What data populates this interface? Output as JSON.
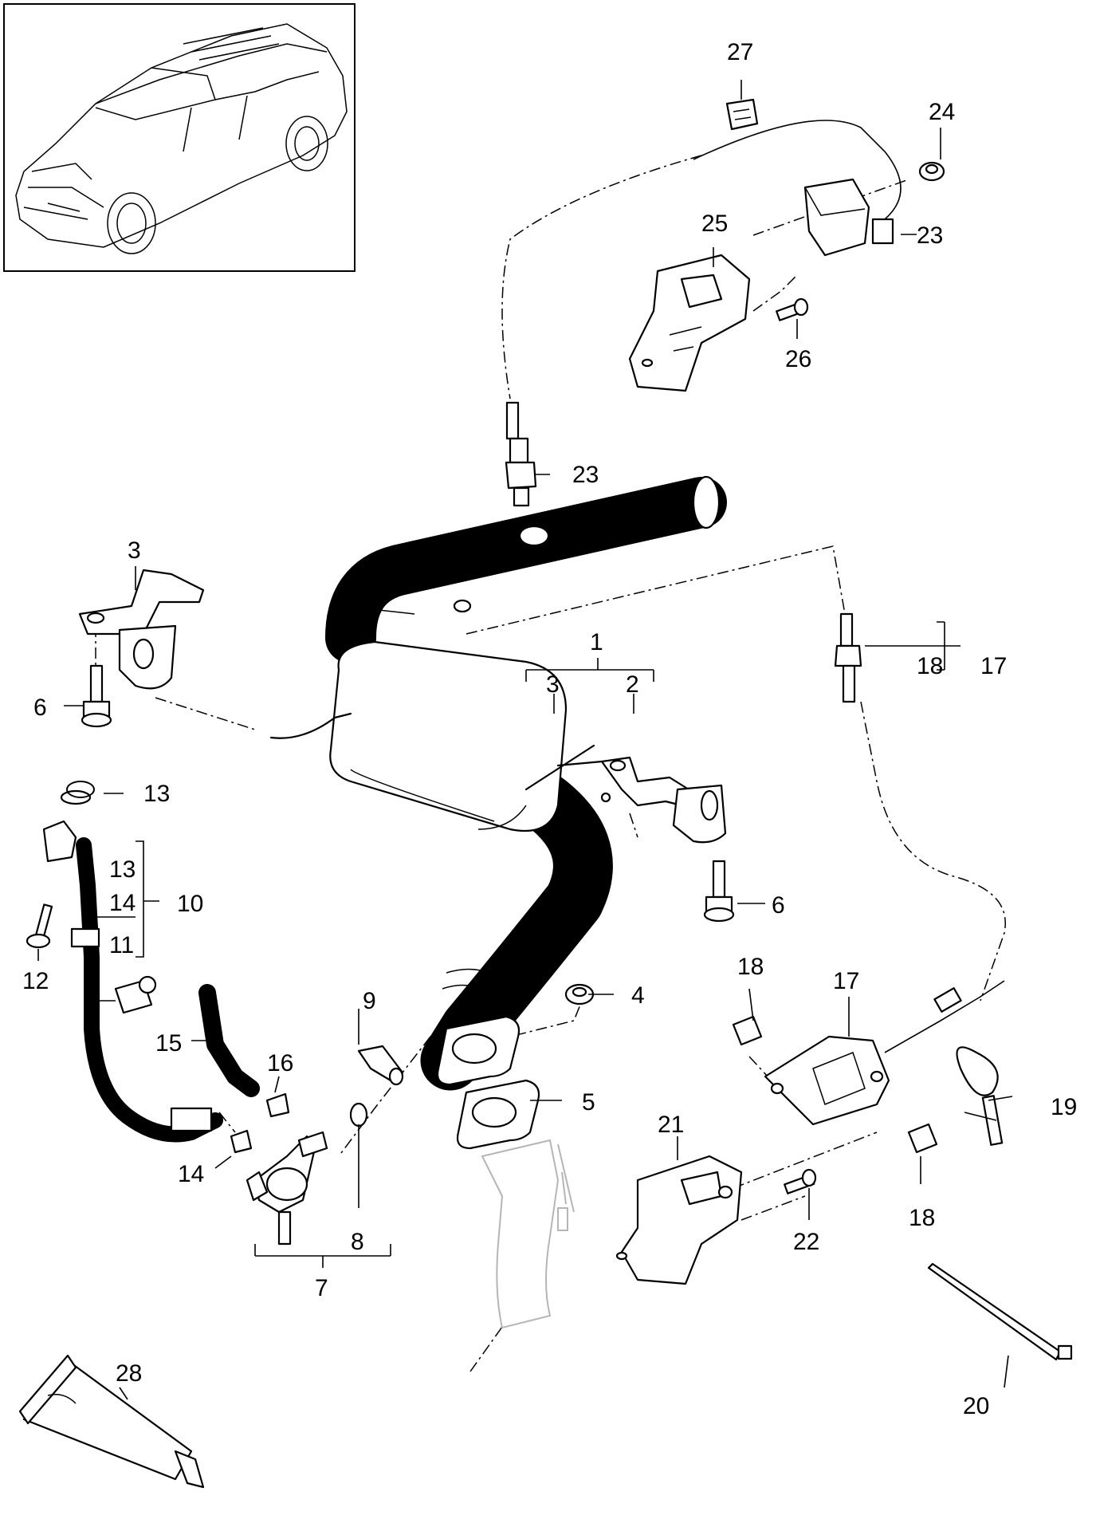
{
  "callouts": {
    "c1": "1",
    "c2": "2",
    "c3a": "3",
    "c3b": "3",
    "c4": "4",
    "c5": "5",
    "c6a": "6",
    "c6b": "6",
    "c7": "7",
    "c8": "8",
    "c9": "9",
    "c10": "10",
    "c11": "11",
    "c12": "12",
    "c13a": "13",
    "c13b": "13",
    "c14a": "14",
    "c14b": "14",
    "c15": "15",
    "c16": "16",
    "c17a": "17",
    "c17b": "17",
    "c18a": "18",
    "c18b": "18",
    "c18c": "18",
    "c19": "19",
    "c20": "20",
    "c21": "21",
    "c22": "22",
    "c23a": "23",
    "c23b": "23",
    "c24": "24",
    "c25": "25",
    "c26": "26",
    "c27": "27",
    "c28": "28"
  }
}
